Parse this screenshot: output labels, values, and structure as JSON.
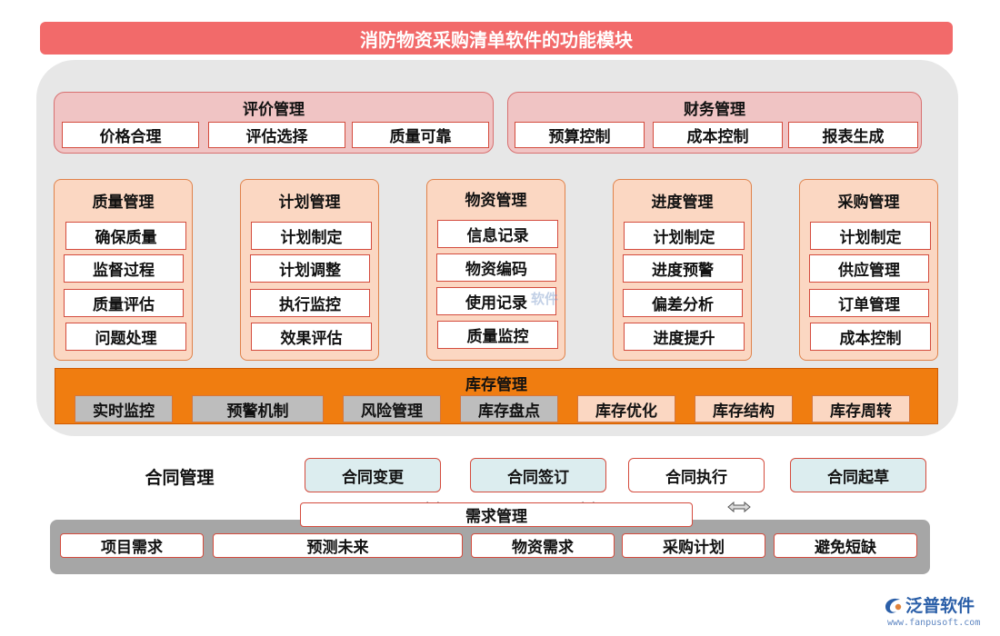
{
  "title": "消防物资采购清单软件的功能模块",
  "evaluation": {
    "title": "评价管理",
    "items": [
      "价格合理",
      "评估选择",
      "质量可靠"
    ]
  },
  "finance": {
    "title": "财务管理",
    "items": [
      "预算控制",
      "成本控制",
      "报表生成"
    ]
  },
  "columns": [
    {
      "title": "质量管理",
      "items": [
        "确保质量",
        "监督过程",
        "质量评估",
        "问题处理"
      ]
    },
    {
      "title": "计划管理",
      "items": [
        "计划制定",
        "计划调整",
        "执行监控",
        "效果评估"
      ]
    },
    {
      "title": "物资管理",
      "items": [
        "信息记录",
        "物资编码",
        "使用记录",
        "质量监控"
      ]
    },
    {
      "title": "进度管理",
      "items": [
        "计划制定",
        "进度预警",
        "偏差分析",
        "进度提升"
      ]
    },
    {
      "title": "采购管理",
      "items": [
        "计划制定",
        "供应管理",
        "订单管理",
        "成本控制"
      ]
    }
  ],
  "inventory": {
    "title": "库存管理",
    "items": [
      "实时监控",
      "预警机制",
      "风险管理",
      "库存盘点",
      "库存优化",
      "库存结构",
      "库存周转"
    ]
  },
  "contract": {
    "label": "合同管理",
    "items": [
      "合同变更",
      "合同签订",
      "合同执行",
      "合同起草"
    ]
  },
  "demand": {
    "title": "需求管理",
    "items": [
      "项目需求",
      "预测未来",
      "物资需求",
      "采购计划",
      "避免短缺"
    ]
  },
  "watermark": "软件",
  "logo": {
    "name": "泛普软件",
    "url": "www.fanpusoft.com"
  },
  "colors": {
    "title_bar": "#f26a6a",
    "panel": "#e7e7e7",
    "pink_group": "#f0c4c4",
    "peach_group": "#fbd7c2",
    "inventory_bar": "#f07d10",
    "gray_item": "#bdbdbd",
    "contract_teal": "#dcedef",
    "demand_panel": "#a6a6a6",
    "border_red": "#d44b3d"
  }
}
